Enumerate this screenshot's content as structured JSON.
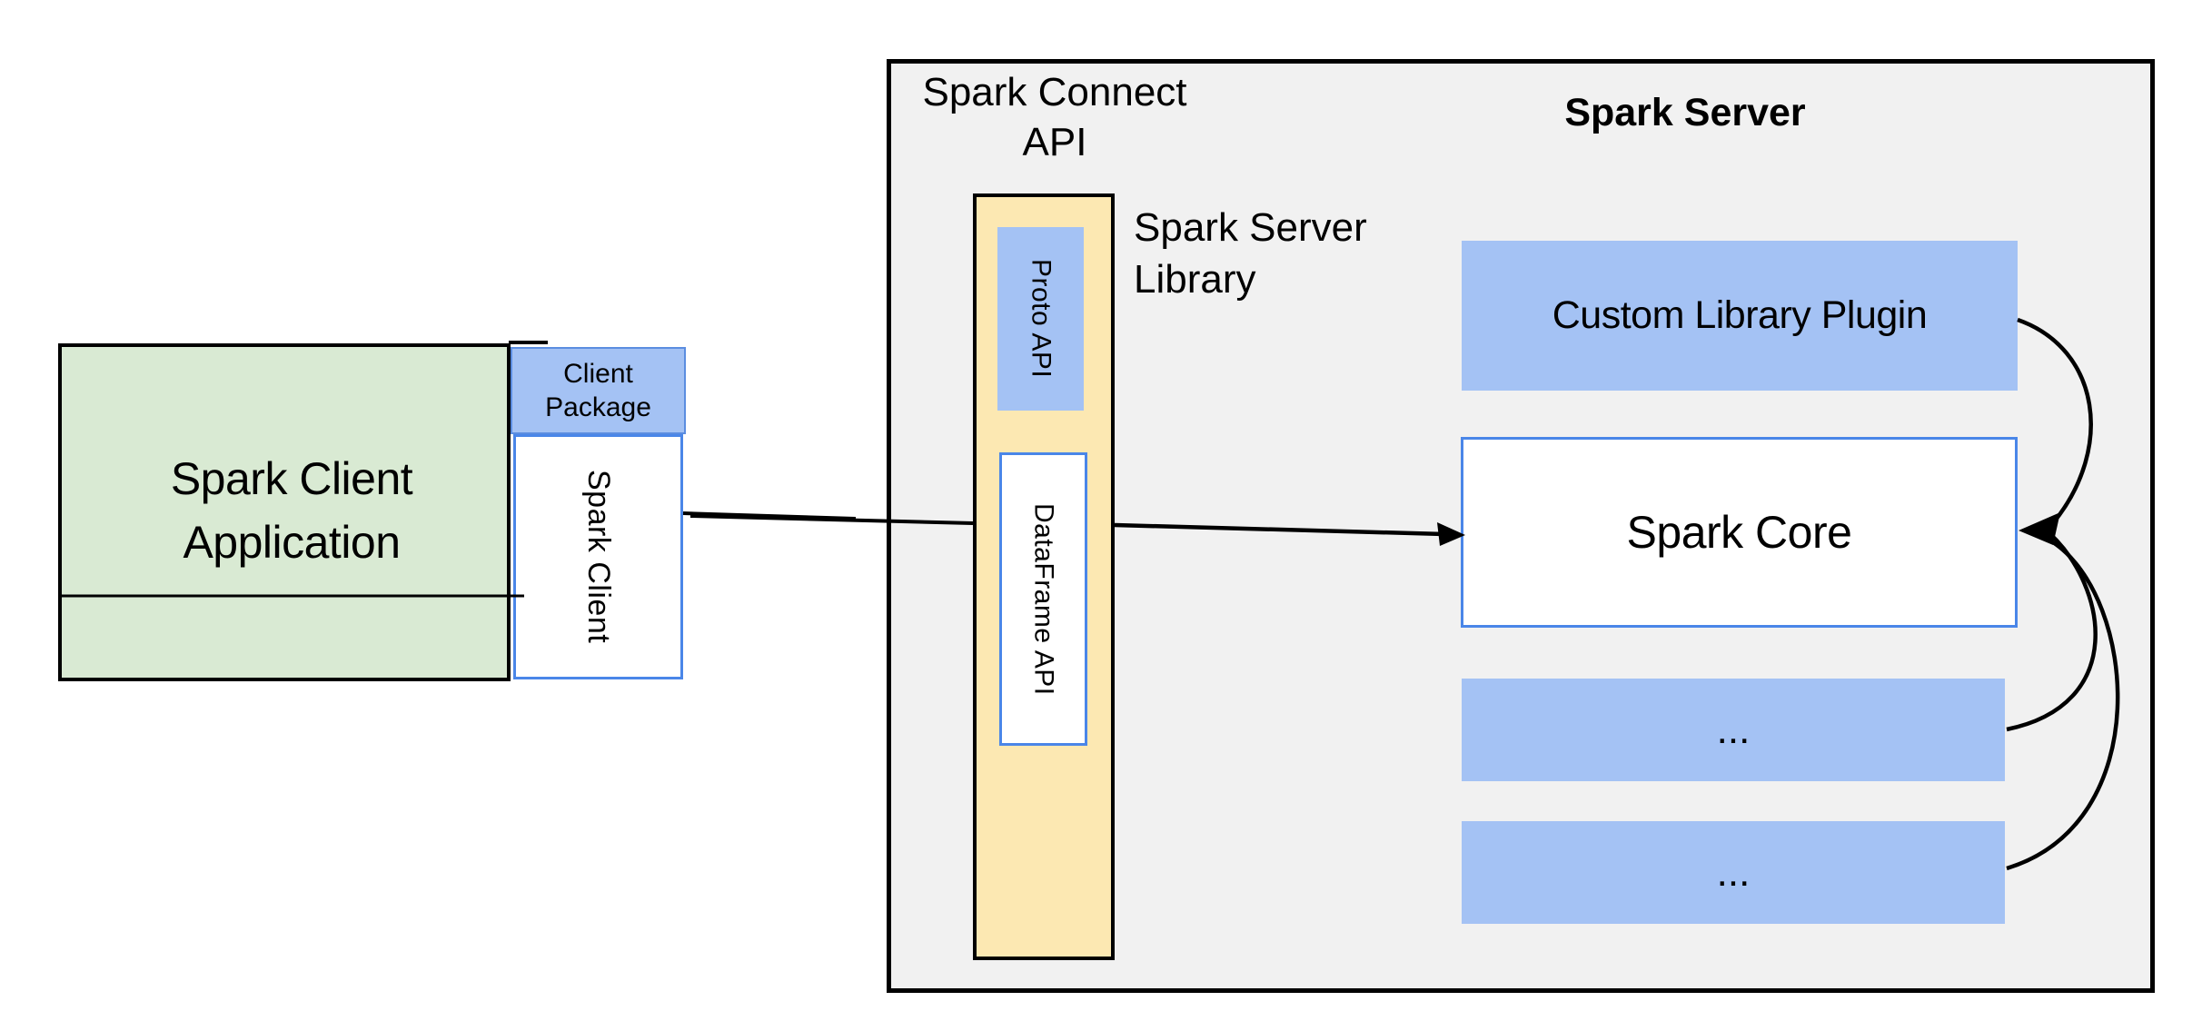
{
  "colors": {
    "green_fill": "#d9ead3",
    "blue_fill": "#a4c2f4",
    "yellow_fill": "#fce8b2",
    "gray_fill": "#f1f1f1",
    "blue_border": "#4a86e8",
    "black": "#000000",
    "white": "#ffffff"
  },
  "left": {
    "app": {
      "line1": "Spark Client",
      "line2": "Application"
    },
    "package": {
      "line1": "Client",
      "line2": "Package"
    },
    "client": {
      "label": "Spark Client"
    }
  },
  "middle": {
    "connect_api": {
      "line1": "Spark Connect",
      "line2": "API"
    },
    "proto_api": {
      "label": "Proto API"
    },
    "dataframe_api": {
      "label": "DataFrame API"
    },
    "server_library": {
      "line1": "Spark Server",
      "line2": "Library"
    }
  },
  "right": {
    "title": "Spark Server",
    "plugin": {
      "label": "Custom Library Plugin"
    },
    "core": {
      "label": "Spark Core"
    },
    "more1": {
      "label": "..."
    },
    "more2": {
      "label": "..."
    }
  }
}
